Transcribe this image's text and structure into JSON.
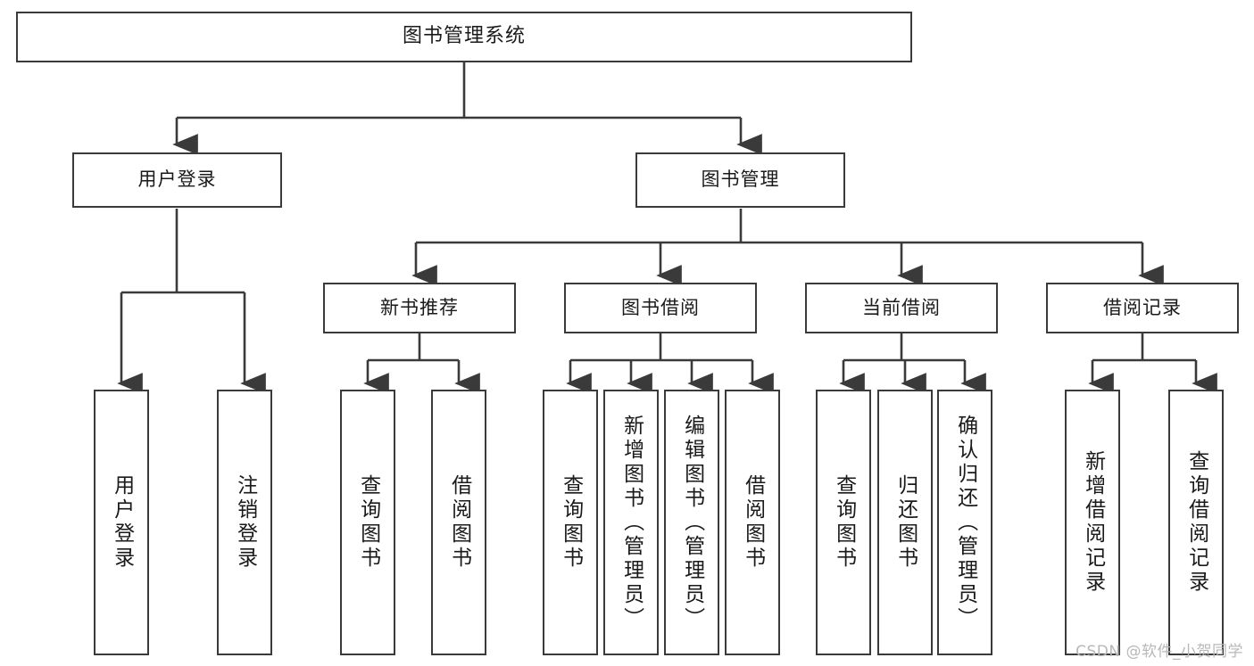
{
  "diagram": {
    "type": "tree",
    "title": "图书管理系统",
    "orientation": "top-down",
    "colors": {
      "box_border": "#3a3a3a",
      "box_fill": "#ffffff",
      "connector": "#3a3a3a",
      "text": "#1a1a1a",
      "watermark": "#b8b8b8"
    },
    "levels": {
      "root": {
        "label": "图书管理系统"
      },
      "level2": [
        {
          "label": "用户登录"
        },
        {
          "label": "图书管理"
        }
      ],
      "level3": [
        {
          "label": "新书推荐"
        },
        {
          "label": "图书借阅"
        },
        {
          "label": "当前借阅"
        },
        {
          "label": "借阅记录"
        }
      ],
      "leaves": [
        {
          "label": "用户登录",
          "parent": "用户登录"
        },
        {
          "label": "注销登录",
          "parent": "用户登录"
        },
        {
          "label": "查询图书",
          "parent": "新书推荐"
        },
        {
          "label": "借阅图书",
          "parent": "新书推荐"
        },
        {
          "label": "查询图书",
          "parent": "图书借阅"
        },
        {
          "label": "新增图书（管理员）",
          "parent": "图书借阅"
        },
        {
          "label": "编辑图书（管理员）",
          "parent": "图书借阅"
        },
        {
          "label": "借阅图书",
          "parent": "图书借阅"
        },
        {
          "label": "查询图书",
          "parent": "当前借阅"
        },
        {
          "label": "归还图书",
          "parent": "当前借阅"
        },
        {
          "label": "确认归还（管理员）",
          "parent": "当前借阅"
        },
        {
          "label": "新增借阅记录",
          "parent": "借阅记录"
        },
        {
          "label": "查询借阅记录",
          "parent": "借阅记录"
        }
      ]
    }
  },
  "watermark": {
    "text": "CSDN @软件_小贺同学"
  }
}
